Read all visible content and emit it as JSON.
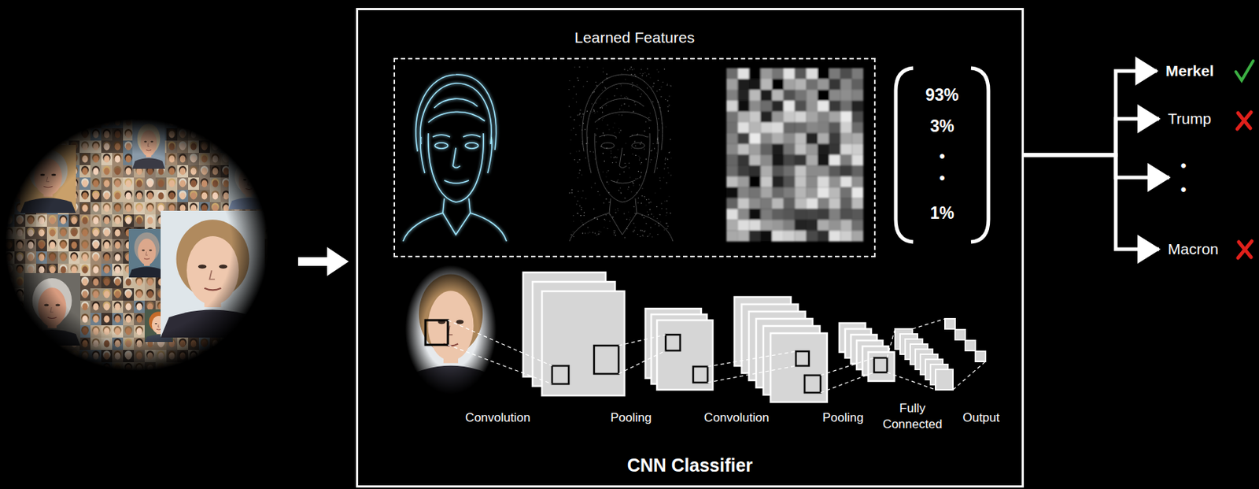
{
  "diagram": {
    "nodes": [
      {
        "text": [
          "CNN Classifier"
        ]
      },
      {
        "text": [
          "Learned Features"
        ],
        "in": 0
      },
      {
        "text": [
          "Merkel"
        ]
      },
      {
        "text": [
          "Trump"
        ]
      },
      {
        "text": [
          "• •"
        ]
      },
      {
        "text": [
          "Macron"
        ]
      }
    ],
    "edges": [
      {
        "from": 0,
        "to": 2,
        "arrow": "to"
      },
      {
        "from": 0,
        "to": 3,
        "arrow": "to"
      },
      {
        "from": 0,
        "to": 4,
        "arrow": "to"
      },
      {
        "from": 0,
        "to": 5,
        "arrow": "to"
      }
    ],
    "labels": [
      "93%",
      "3%",
      "•",
      "•",
      "1%",
      "Convolution",
      "Pooling",
      "Convolution",
      "Pooling",
      "Fully Connected",
      "Output"
    ]
  }
}
